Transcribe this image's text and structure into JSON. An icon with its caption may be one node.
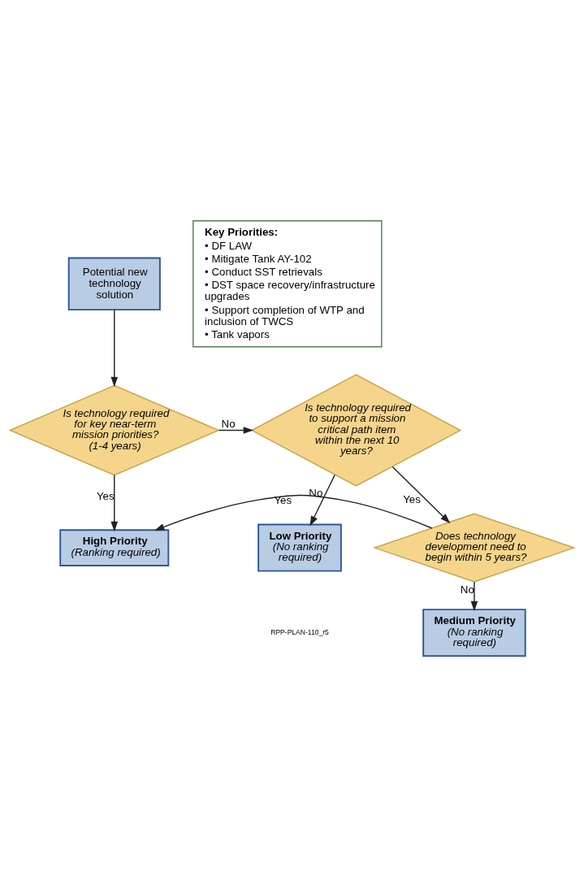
{
  "diagram": {
    "nodes": [
      {
        "text": [
          "Potential new technology solution"
        ]
      },
      {
        "text": [
          "Key Priorities:",
          "• DF LAW",
          "• Mitigate Tank AY-102",
          "• Conduct SST retrievals",
          "• DST space recovery/infrastructure upgrades",
          "• Support completion of WTP and inclusion of TWCS",
          "• Tank vapors"
        ]
      },
      {
        "text": [
          "Is technology required for key near-term mission priorities? (1-4 years)"
        ]
      },
      {
        "text": [
          "Is technology required to support a mission critical path item within the next 10 years?"
        ]
      },
      {
        "text": [
          "Low Priority",
          "(No ranking required)"
        ]
      },
      {
        "text": [
          "High Priority",
          "(Ranking required)"
        ]
      },
      {
        "text": [
          "Does technology development need to begin within 5 years?"
        ]
      },
      {
        "text": [
          "Medium Priority",
          "(No ranking required)"
        ]
      }
    ],
    "edges": [
      {
        "from": 0,
        "to": 2,
        "arrow": "to"
      },
      {
        "from": 2,
        "to": 3,
        "arrow": "to",
        "label": "No"
      },
      {
        "from": 3,
        "to": 4,
        "arrow": "to",
        "label": "No"
      },
      {
        "from": 2,
        "to": 5,
        "arrow": "to",
        "label": "Yes"
      },
      {
        "from": 3,
        "to": 6,
        "arrow": "to",
        "label": "Yes"
      },
      {
        "from": 6,
        "to": 5,
        "arrow": "to",
        "label": "Yes"
      },
      {
        "from": 6,
        "to": 7,
        "arrow": "to",
        "label": "No"
      }
    ],
    "labels": [
      "RPP-PLAN-110_r5"
    ]
  }
}
